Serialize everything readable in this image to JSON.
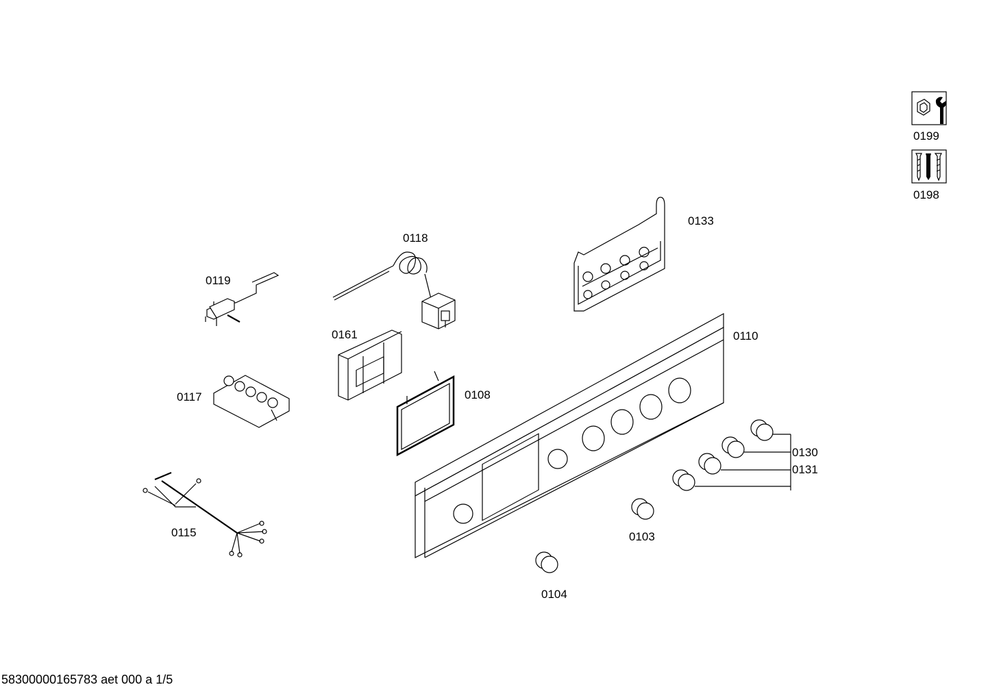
{
  "footer": "58300000165783 aet 000 a 1/5",
  "parts": {
    "p0199": "0199",
    "p0198": "0198",
    "p0133": "0133",
    "p0118": "0118",
    "p0119": "0119",
    "p0161": "0161",
    "p0110": "0110",
    "p0117": "0117",
    "p0108": "0108",
    "p0130": "0130",
    "p0131": "0131",
    "p0115": "0115",
    "p0103": "0103",
    "p0104": "0104"
  },
  "icons": {
    "p0199": "tool-wrench-icon",
    "p0198": "screws-icon"
  }
}
